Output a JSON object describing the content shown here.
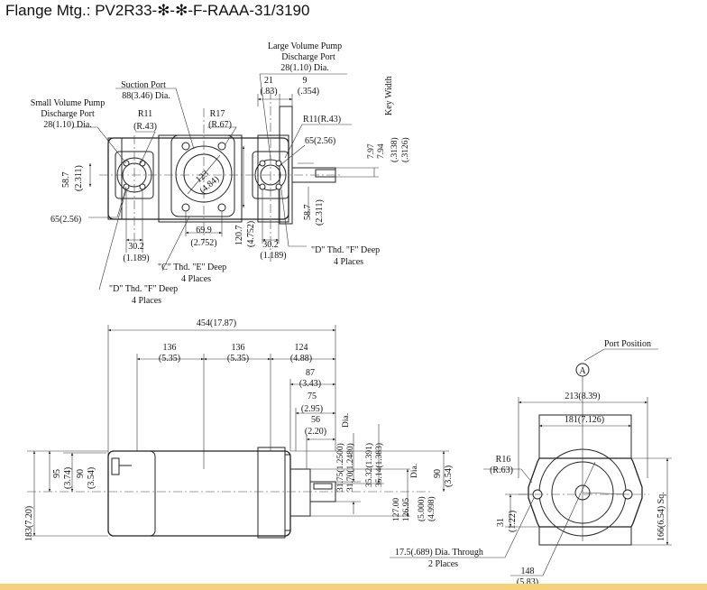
{
  "title": "Flange Mtg.: PV2R33-✻-✻-F-RAAA-31/3190",
  "top_view": {
    "large_pump_l1": "Large Volume Pump",
    "large_pump_l2": "Discharge Port",
    "large_pump_l3": "28(1.10) Dia.",
    "d21": "21",
    "d21i": "(.83)",
    "d9": "9",
    "d9i": "(.354)",
    "key_width": "Key Width",
    "k797": "7.97",
    "k794": "7.94",
    "k3138": "(.3138)",
    "k3126": "(.3126)",
    "suction_l1": "Suction Port",
    "suction_l2": "88(3.46) Dia.",
    "small_l1": "Small Volume Pump",
    "small_l2": "Discharge Port",
    "small_l3": "28(1.10) Dia.",
    "r11": "R11",
    "r11i": "(R.43)",
    "r17": "R17",
    "r17i": "(R.67)",
    "r11b": "R11(R.43)",
    "d65b": "65(2.56)",
    "d65a": "65(2.56)",
    "d123": "123",
    "d123i": "(4.84)",
    "d587a": "58.7",
    "d587ai": "(2.311)",
    "d587b": "58.7",
    "d587bi": "(2.311)",
    "d699": "69.9",
    "d699i": "(2.752)",
    "d1207": "120.7",
    "d1207i": "(4.752)",
    "d302a": "30.2",
    "d302ai": "(1.189)",
    "d302b": "30.2",
    "d302bi": "(1.189)",
    "dthd_r_a": "\"D\" Thd. \"F\" Deep",
    "dthd_r_b": "4 Places",
    "cthd_a": "\"C\" Thd. \"E\" Deep",
    "cthd_b": "4 Places",
    "dthd_l_a": "\"D\" Thd. \"F\" Deep",
    "dthd_l_b": "4 Places"
  },
  "side_view": {
    "d454": "454(17.87)",
    "d136a": "136",
    "d136ai": "(5.35)",
    "d136b": "136",
    "d136bi": "(5.35)",
    "d124": "124",
    "d124i": "(4.88)",
    "d87": "87",
    "d87i": "(3.43)",
    "d75": "75",
    "d75i": "(2.95)",
    "d56": "56",
    "d56i": "(2.20)",
    "d183": "183(7.20)",
    "d95": "95",
    "d95i": "(3.74)",
    "d90": "90",
    "d90i": "(3.54)",
    "shaft1": "31.75(1.2500)",
    "shaft2": "31.70(1.2480)",
    "shaft_dia": "Dia.",
    "key1": "35.32(1.391)",
    "key2": "35.14(1.383)",
    "pilot1": "127.00",
    "pilot2": "126.95",
    "pilot3": "(5.000)",
    "pilot4": "(4.998)",
    "pilot_dia": "Dia.",
    "d90r": "90",
    "d90ri": "(3.54)"
  },
  "end_view": {
    "port_position": "Port Position",
    "port_marker": "A",
    "d213": "213(8.39)",
    "d181": "181(7.126)",
    "r16": "R16",
    "r16i": "(R.63)",
    "d166": "166(6.54) Sq.",
    "d31": "31",
    "d31i": "(1.22)",
    "holes_a": "17.5(.689) Dia. Through",
    "holes_b": "2 Places",
    "d148": "148",
    "d148i": "(5.83)"
  }
}
